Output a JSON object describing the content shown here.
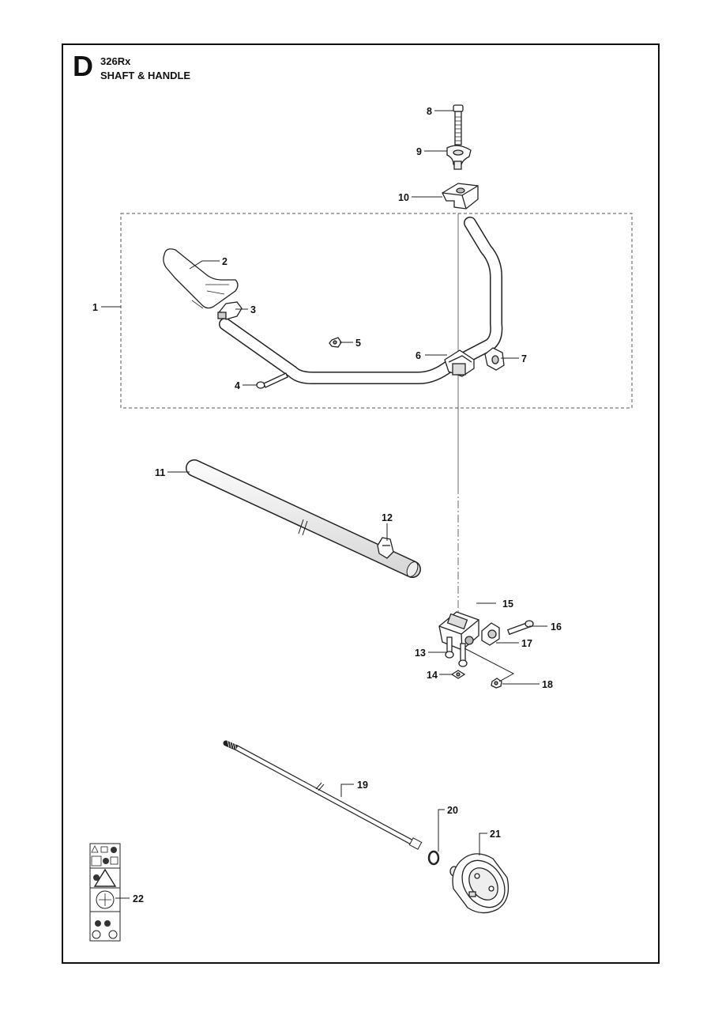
{
  "header": {
    "section_letter": "D",
    "model": "326Rx",
    "title": "SHAFT & HANDLE"
  },
  "callouts": [
    "1",
    "2",
    "3",
    "4",
    "5",
    "6",
    "7",
    "8",
    "9",
    "10",
    "11",
    "12",
    "13",
    "14",
    "15",
    "16",
    "17",
    "18",
    "19",
    "20",
    "21",
    "22"
  ]
}
